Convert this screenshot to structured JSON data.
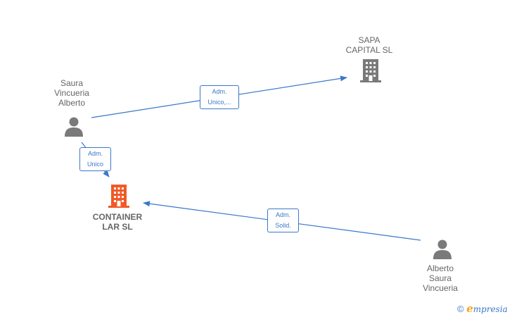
{
  "colors": {
    "edge": "#3a78c9",
    "person_icon": "#7a7a7a",
    "company_icon": "#7a7a7a",
    "main_company_icon": "#f05a28",
    "label_text": "#666666",
    "brand_e": "#f5a31a"
  },
  "nodes": {
    "saura": {
      "label": "Saura\nVincueria\nAlberto",
      "icon": "person-icon"
    },
    "sapa": {
      "label": "SAPA\nCAPITAL SL",
      "icon": "building-icon"
    },
    "container": {
      "label": "CONTAINER\nLAR  SL",
      "icon": "building-icon"
    },
    "alberto": {
      "label": "Alberto\nSaura\nVincueria",
      "icon": "person-icon"
    }
  },
  "edges": {
    "saura_sapa": {
      "label": "Adm.\nUnico,..."
    },
    "saura_container": {
      "label": "Adm.\nUnico"
    },
    "alberto_container": {
      "label": "Adm.\nSolid."
    }
  },
  "watermark": {
    "copyright": "©",
    "e": "e",
    "brand": "mpresia"
  }
}
